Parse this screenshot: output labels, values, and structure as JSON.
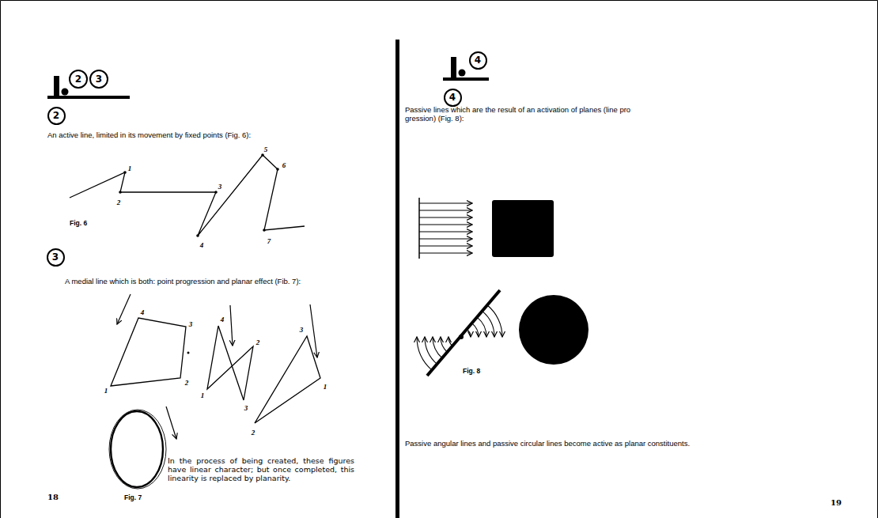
{
  "diagram": {
    "nodes": [
      {
        "text": [
          "2"
        ]
      },
      {
        "text": [
          "3"
        ]
      },
      {
        "text": [
          "2"
        ]
      },
      {
        "text": [
          "3"
        ]
      },
      {
        "text": [
          "4"
        ]
      },
      {
        "text": [
          "4"
        ]
      }
    ],
    "labels": [
      "An active line, limited in its movement by fixed points (Fig. 6):",
      "1",
      "2",
      "3",
      "4",
      "5",
      "6",
      "7",
      "Fig. 6",
      "A medial line which is both: point progression and planar effect (Fib. 7):",
      "4",
      "3",
      "1",
      "2",
      "4",
      "2",
      "1",
      "3",
      "3",
      "1",
      "2",
      "In the process of being created, these figures have linear character; but once completed, this linearity is replaced by planarity.",
      "Fig. 7",
      "18",
      "Passive lines which are the result of an activation of planes (line pro gression) (Fig. 8):",
      "Fig. 8",
      "Passive angular lines and passive circular lines become active as planar constituents.",
      "19"
    ]
  }
}
